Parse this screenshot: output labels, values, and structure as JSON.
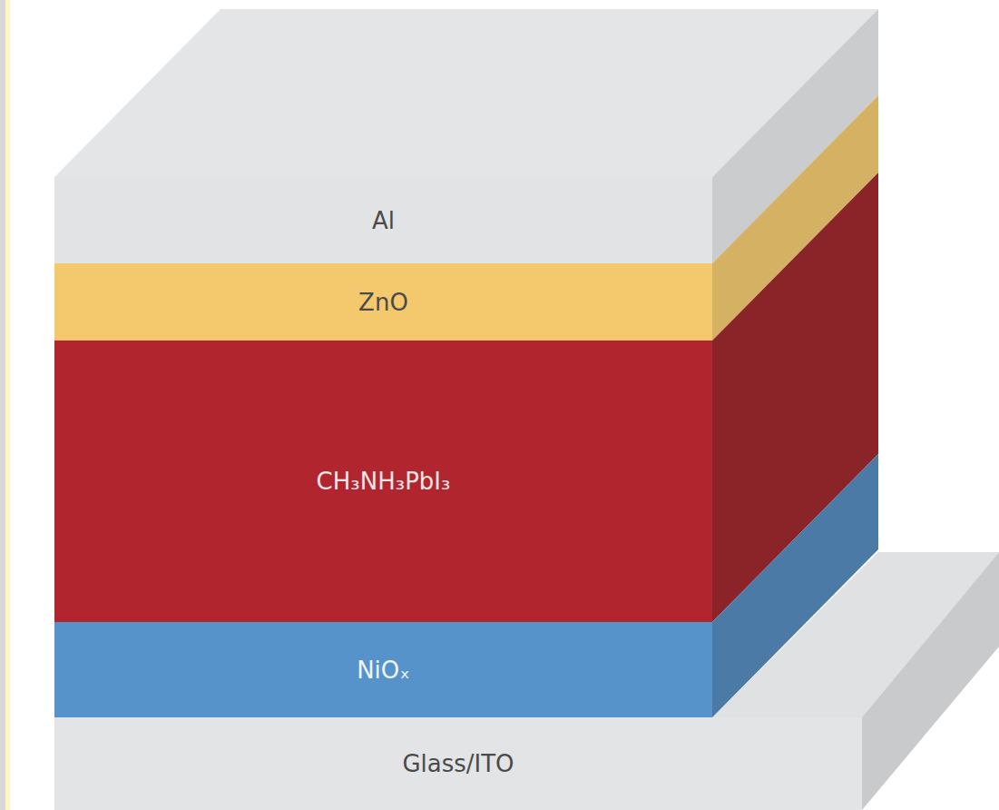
{
  "diagram": {
    "nodes": [
      {
        "text": [
          "Al"
        ]
      },
      {
        "text": [
          "ZnO"
        ]
      },
      {
        "text": [
          "CH₃NH₃PbI₃"
        ]
      },
      {
        "text": [
          "NiOₓ"
        ]
      },
      {
        "text": [
          "Glass/ITO"
        ]
      }
    ]
  }
}
